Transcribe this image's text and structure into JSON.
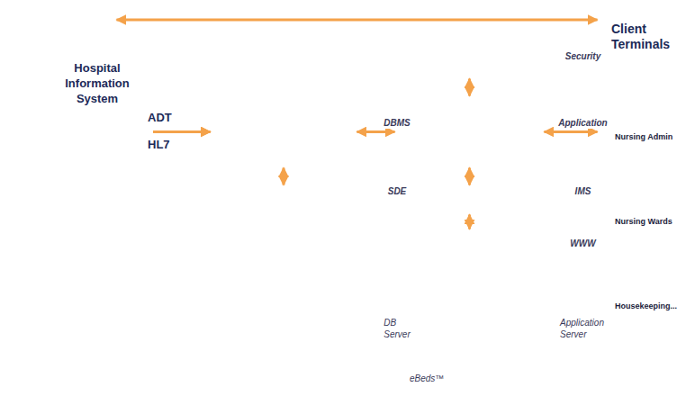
{
  "diagram": {
    "nodes": [
      {
        "text": [
          "Hospital Information System"
        ]
      },
      {
        "text": [
          "eBeds™"
        ]
      },
      {
        "text": [
          "DB Server"
        ],
        "in": 1
      },
      {
        "text": [
          "DBMS"
        ],
        "in": 2
      },
      {
        "text": [
          "SDE"
        ],
        "in": 2
      },
      {
        "text": [
          "Security"
        ],
        "in": 1
      },
      {
        "text": [
          "Application Server"
        ],
        "in": 1
      },
      {
        "text": [
          "Application"
        ],
        "in": 6
      },
      {
        "text": [
          "IMS"
        ],
        "in": 6
      },
      {
        "text": [
          "WWW"
        ],
        "in": 6
      },
      {
        "text": [
          "Client Terminals"
        ]
      },
      {
        "text": [
          "Nursing Admin"
        ],
        "in": 10
      },
      {
        "text": [
          "Nursing Wards"
        ],
        "in": 10
      },
      {
        "text": [
          "Housekeeping..."
        ],
        "in": 10
      }
    ],
    "edges": [
      {
        "from": 0,
        "to": 10,
        "arrow": "both"
      },
      {
        "from": 0,
        "to": 3,
        "arrow": "to",
        "label": "ADT"
      },
      {
        "from": 0,
        "to": 3,
        "arrow": "to",
        "label": "HL7"
      },
      {
        "from": 3,
        "to": 7,
        "arrow": "both"
      },
      {
        "from": 3,
        "to": 4,
        "arrow": "both"
      },
      {
        "from": 5,
        "to": 7,
        "arrow": "both"
      },
      {
        "from": 7,
        "to": 10,
        "arrow": "both"
      },
      {
        "from": 7,
        "to": 8,
        "arrow": "both"
      },
      {
        "from": 8,
        "to": 9,
        "arrow": "both"
      }
    ]
  }
}
